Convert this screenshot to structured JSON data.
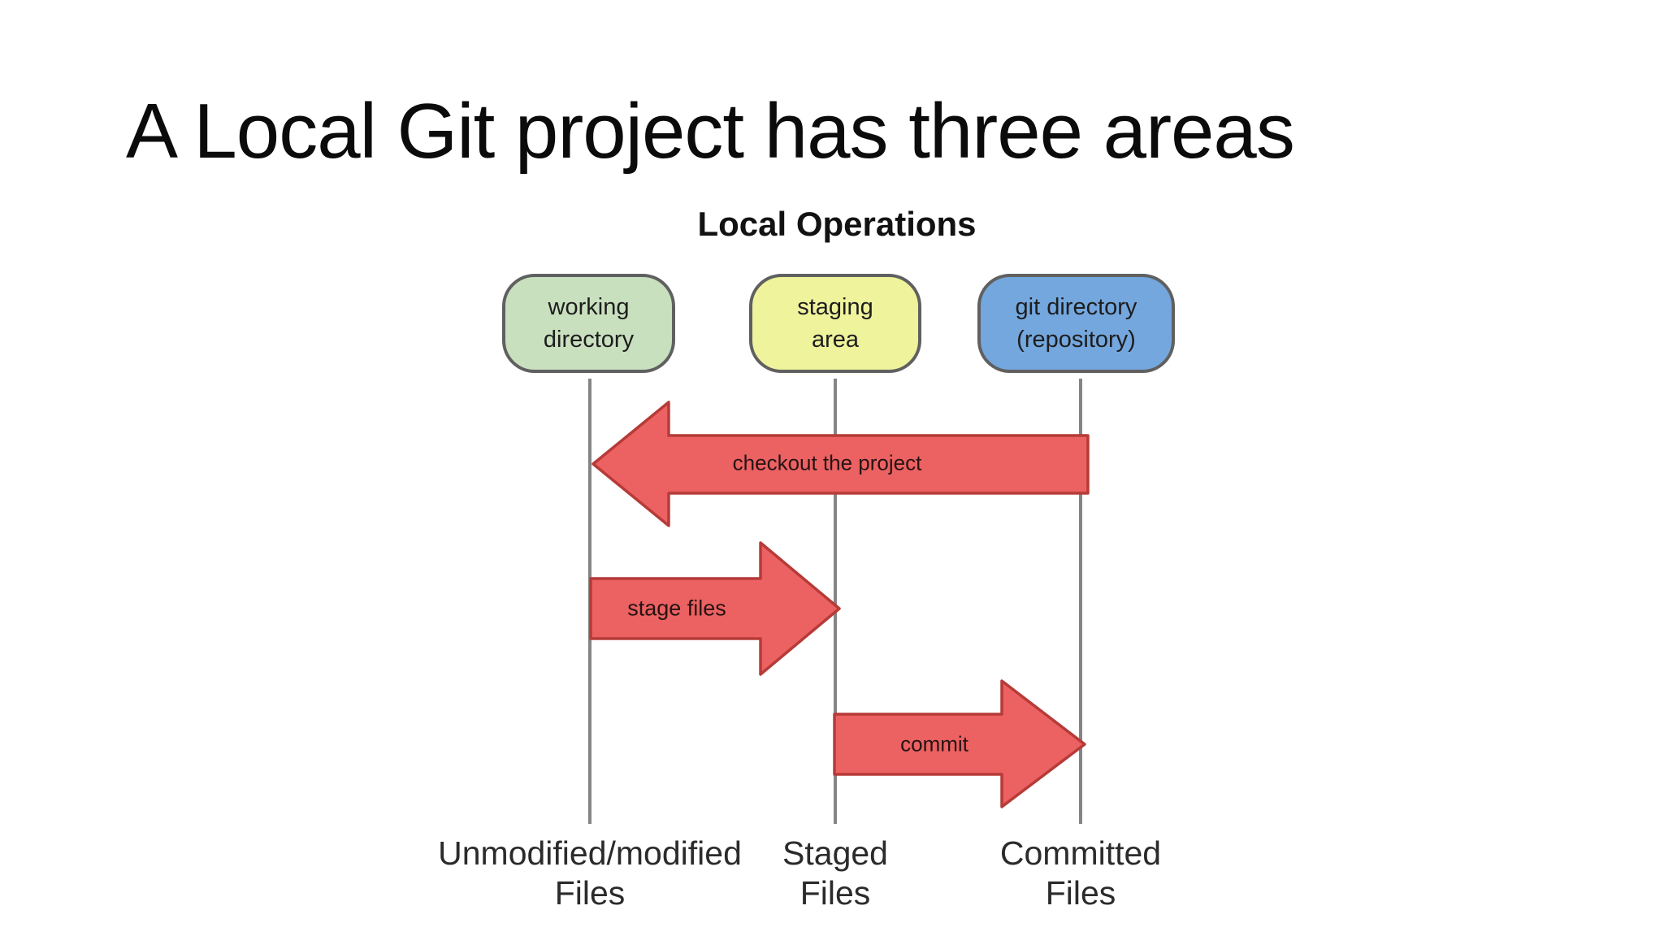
{
  "slide": {
    "title": "A Local Git project has three areas",
    "background": "#ffffff"
  },
  "diagram": {
    "title": "Local Operations",
    "areas": [
      {
        "line1": "working",
        "line2": "directory",
        "fill": "#c9e0bf"
      },
      {
        "line1": "staging",
        "line2": "area",
        "fill": "#eef39c"
      },
      {
        "line1": "git directory",
        "line2": "(repository)",
        "fill": "#74a7de"
      }
    ],
    "arrows": [
      {
        "label": "checkout the project",
        "direction": "left"
      },
      {
        "label": "stage files",
        "direction": "right"
      },
      {
        "label": "commit",
        "direction": "right"
      }
    ],
    "bottom_labels": [
      {
        "line1": "Unmodified/modified",
        "line2": "Files"
      },
      {
        "line1": "Staged",
        "line2": "Files"
      },
      {
        "line1": "Committed",
        "line2": "Files"
      }
    ],
    "colors": {
      "box_border": "#606060",
      "box_text": "#1d1d1d",
      "arrow_fill": "#ec6161",
      "arrow_border": "#b63b38",
      "arrow_text": "#261314",
      "lifeline": "#858585",
      "label_text": "#2b2b2b"
    }
  }
}
